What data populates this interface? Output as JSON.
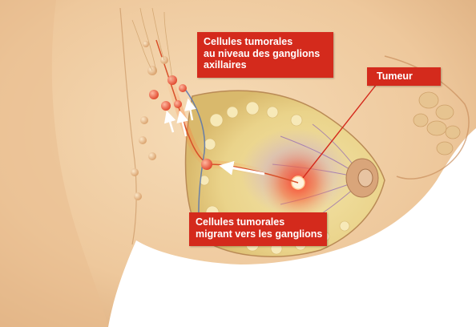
{
  "labels": {
    "axillary": {
      "lines": [
        "Cellules tumorales",
        "au niveau des ganglions",
        "axillaires"
      ]
    },
    "tumor": {
      "lines": [
        "Tumeur"
      ]
    },
    "migrating": {
      "lines": [
        "Cellules tumorales",
        "migrant vers les ganglions"
      ]
    }
  },
  "colors": {
    "label_background": "#d42a1c",
    "label_text": "#ffffff",
    "skin": "#f2d2a9",
    "background": "#ffffff"
  }
}
